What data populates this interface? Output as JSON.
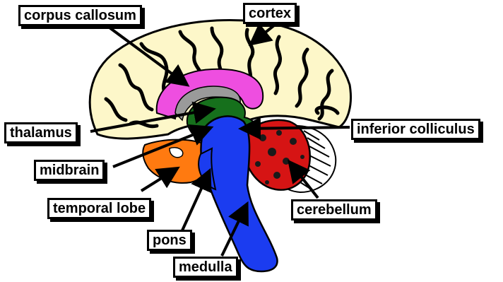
{
  "labels": {
    "corpus_callosum": "corpus callosum",
    "cortex": "cortex",
    "thalamus": "thalamus",
    "inferior_colliculus": "inferior colliculus",
    "midbrain": "midbrain",
    "temporal_lobe": "temporal lobe",
    "cerebellum": "cerebellum",
    "pons": "pons",
    "medulla": "medulla"
  },
  "colors": {
    "cortex": "#fdf7c9",
    "corpus_callosum": "#ee4ee0",
    "thalamus": "#16701c",
    "brainstem": "#1b3cf0",
    "temporal_lobe": "#ff7a10",
    "cerebellum": "#d61414",
    "outline": "#000000"
  }
}
